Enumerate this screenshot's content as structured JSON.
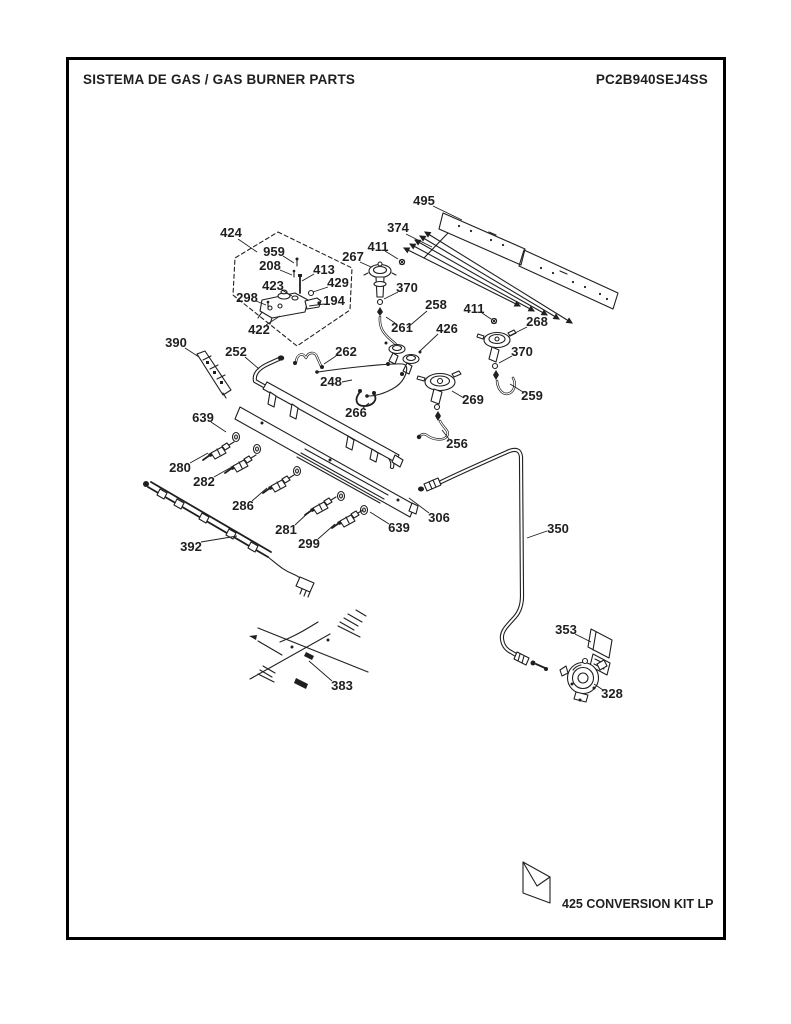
{
  "header": {
    "title": "SISTEMA DE GAS / GAS BURNER PARTS",
    "model": "PC2B940SEJ4SS"
  },
  "conversion_kit": {
    "label": "425 CONVERSION KIT LP"
  },
  "colors": {
    "ink": "#1f1f1f",
    "paper": "#ffffff",
    "border": "#000000"
  },
  "diagram": {
    "callouts": {
      "c495": {
        "label": "495"
      },
      "c374": {
        "label": "374"
      },
      "c411a": {
        "label": "411"
      },
      "c424": {
        "label": "424"
      },
      "c959": {
        "label": "959"
      },
      "c208": {
        "label": "208"
      },
      "c413": {
        "label": "413"
      },
      "c267": {
        "label": "267"
      },
      "c429": {
        "label": "429"
      },
      "c423": {
        "label": "423"
      },
      "c298": {
        "label": "298"
      },
      "c194": {
        "label": "194"
      },
      "c422": {
        "label": "422"
      },
      "c268": {
        "label": "268"
      },
      "c370a": {
        "label": "370"
      },
      "c370b": {
        "label": "370"
      },
      "c258": {
        "label": "258"
      },
      "c261": {
        "label": "261"
      },
      "c426": {
        "label": "426"
      },
      "c411b": {
        "label": "411"
      },
      "c390": {
        "label": "390"
      },
      "c252": {
        "label": "252"
      },
      "c262": {
        "label": "262"
      },
      "c248": {
        "label": "248"
      },
      "c266": {
        "label": "266"
      },
      "c269": {
        "label": "269"
      },
      "c259": {
        "label": "259"
      },
      "c256": {
        "label": "256"
      },
      "c639a": {
        "label": "639"
      },
      "c280": {
        "label": "280"
      },
      "c282": {
        "label": "282"
      },
      "c286": {
        "label": "286"
      },
      "c281": {
        "label": "281"
      },
      "c299": {
        "label": "299"
      },
      "c392": {
        "label": "392"
      },
      "c639b": {
        "label": "639"
      },
      "c306": {
        "label": "306"
      },
      "c350": {
        "label": "350"
      },
      "c353": {
        "label": "353"
      },
      "c328": {
        "label": "328"
      },
      "c383": {
        "label": "383"
      }
    }
  }
}
